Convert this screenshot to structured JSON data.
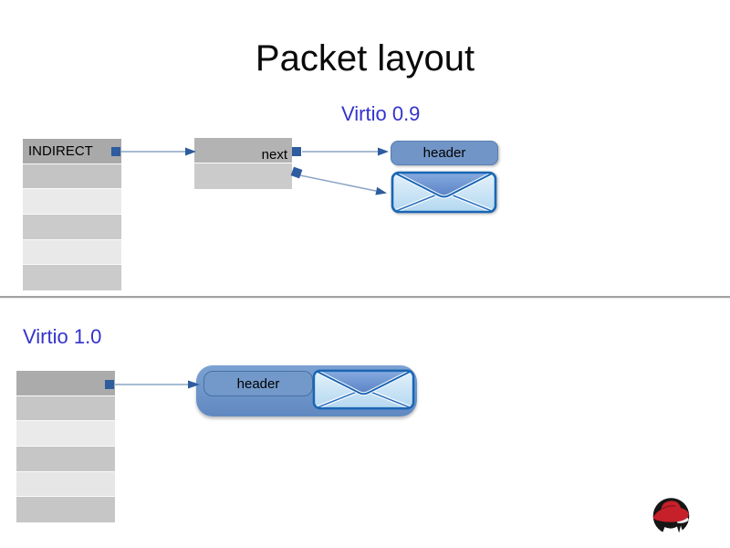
{
  "slide": {
    "title": "Packet layout"
  },
  "virtio09": {
    "section_label": "Virtio 0.9",
    "indirect_table": {
      "first_row_label": "INDIRECT",
      "row_colors": [
        "#a9a9a9",
        "#c4c4c4",
        "#eaeaea",
        "#cbcbcb",
        "#e9e9e9",
        "#cbcbcb"
      ]
    },
    "desc_table": {
      "next_label": "next",
      "row_colors": [
        "#b3b3b3",
        "#cbcbcb"
      ]
    },
    "header_label": "header"
  },
  "virtio10": {
    "section_label": "Virtio 1.0",
    "table": {
      "row_colors": [
        "#ababab",
        "#c6c6c6",
        "#eaeaea",
        "#c6c6c6",
        "#e6e6e6",
        "#c6c6c6"
      ]
    },
    "header_label": "header"
  },
  "icons": {
    "envelope": "envelope-icon",
    "redhat": "redhat-shadowman-logo"
  },
  "colors": {
    "section_label_blue": "#3333cc",
    "title_color": "#0a0a0a",
    "arrow_shaft": "#8ba5c6",
    "arrow_head": "#2e5c9e",
    "connector_square": "#2e5c9e",
    "header_box_fill": "#7295c7",
    "header_box_border": "#567eb3",
    "capsule_fill": "#6b96cb",
    "capsule_inner_border": "#48719f",
    "envelope_border": "#1a66b4",
    "envelope_body_light": "#cfe6f7",
    "envelope_flap": "#6f9ad8",
    "divider_gray": "#a2a2a2",
    "redhat_red": "#c6202a",
    "redhat_dark": "#161616"
  }
}
